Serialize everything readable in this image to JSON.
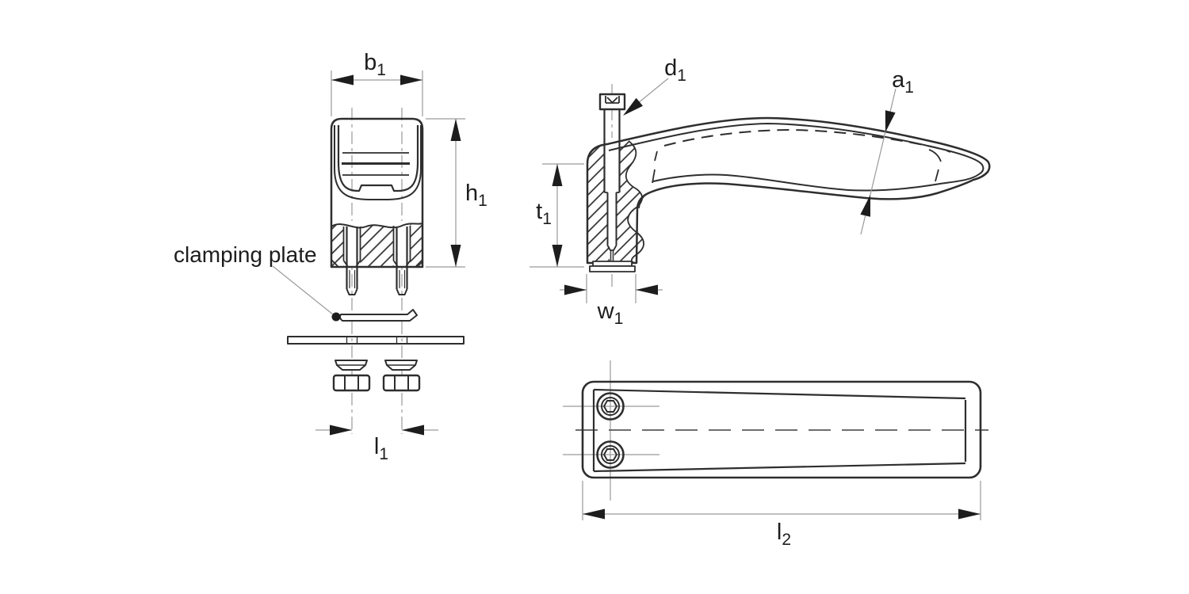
{
  "drawing": {
    "title": "technical drawing of a pull handle with clamping plate",
    "colors": {
      "background": "#ffffff",
      "main_line": "#2e2e2e",
      "thin_line": "#9a9a9a",
      "arrow_fill": "#1d1d1d",
      "text": "#1d1d1d"
    },
    "annotation": {
      "clamping_plate": "clamping plate"
    },
    "dimensions": {
      "b1": {
        "base": "b",
        "sub": "1"
      },
      "h1": {
        "base": "h",
        "sub": "1"
      },
      "l1": {
        "base": "l",
        "sub": "1"
      },
      "d1": {
        "base": "d",
        "sub": "1"
      },
      "a1": {
        "base": "a",
        "sub": "1"
      },
      "t1": {
        "base": "t",
        "sub": "1"
      },
      "w1": {
        "base": "w",
        "sub": "1"
      },
      "l2": {
        "base": "l",
        "sub": "2"
      }
    }
  }
}
